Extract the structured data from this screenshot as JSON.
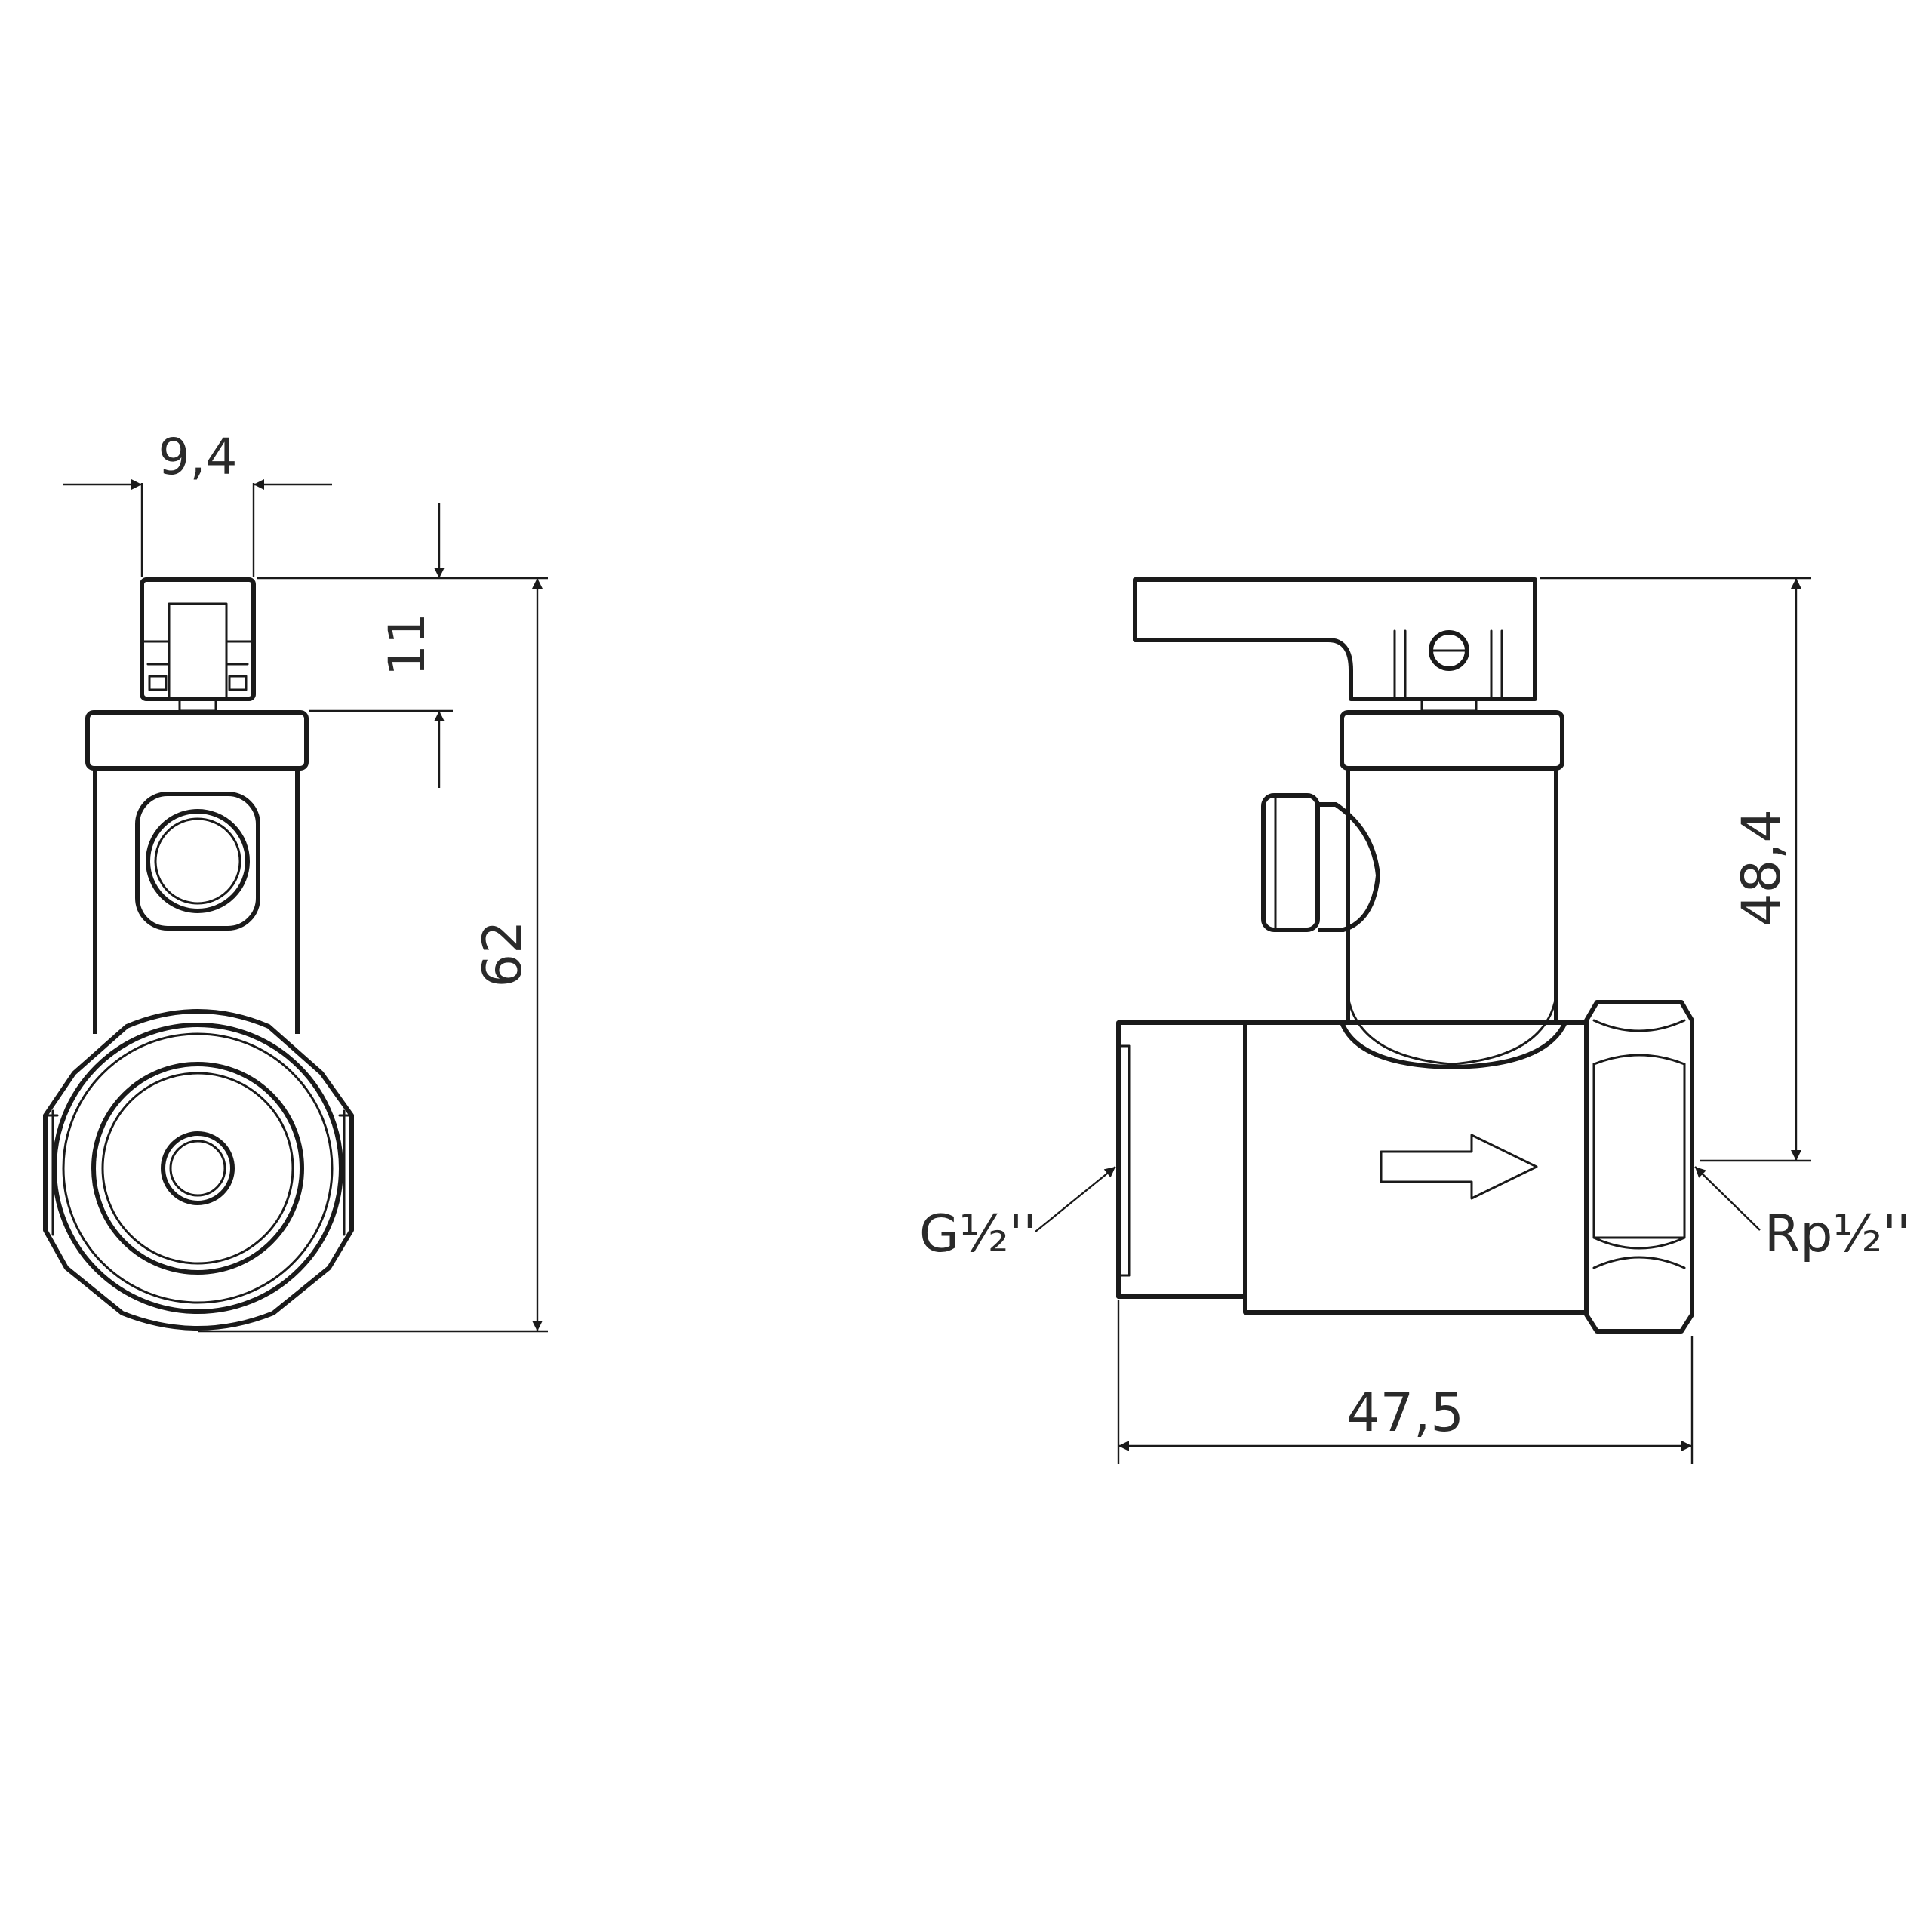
{
  "dimensions": {
    "handle_width": "9,4",
    "handle_height": "11",
    "total_height": "62",
    "side_height": "48,4",
    "total_length": "47,5"
  },
  "threads": {
    "inlet": "G½''",
    "outlet": "Rp½''"
  },
  "colors": {
    "line": "#1a1a1a",
    "text": "#2a2a2a",
    "background": "#ffffff"
  },
  "icons": {
    "flow_direction": "arrow-right-icon"
  }
}
